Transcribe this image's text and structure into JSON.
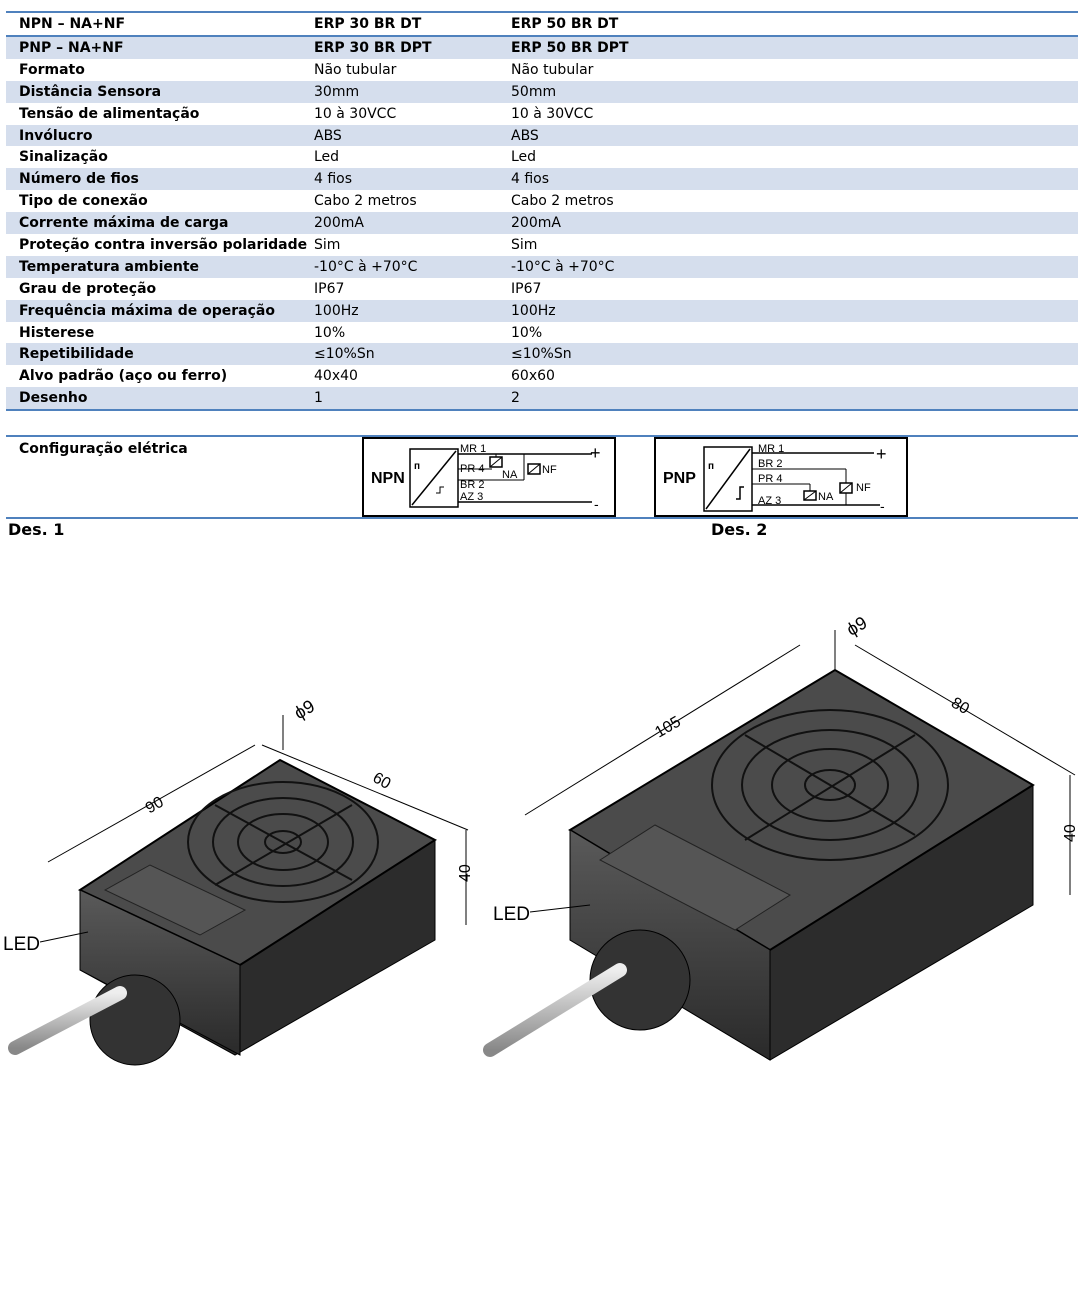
{
  "table": {
    "rows": [
      [
        "NPN – NA+NF",
        "ERP 30 BR DT",
        "ERP 50 BR DT"
      ],
      [
        "PNP – NA+NF",
        "ERP 30 BR DPT",
        "ERP 50 BR DPT"
      ],
      [
        "Formato",
        "Não tubular",
        "Não tubular"
      ],
      [
        "Distância Sensora",
        "30mm",
        "50mm"
      ],
      [
        "Tensão de alimentação",
        "10 à 30VCC",
        "10 à 30VCC"
      ],
      [
        "Invólucro",
        "ABS",
        "ABS"
      ],
      [
        "Sinalização",
        "Led",
        "Led"
      ],
      [
        "Número de fios",
        "4 fios",
        "4 fios"
      ],
      [
        "Tipo de conexão",
        "Cabo 2 metros",
        "Cabo 2 metros"
      ],
      [
        "Corrente máxima de carga",
        "200mA",
        "200mA"
      ],
      [
        "Proteção contra inversão polaridade",
        "Sim",
        "Sim"
      ],
      [
        "Temperatura ambiente",
        "-10°C à +70°C",
        "-10°C à +70°C"
      ],
      [
        "Grau de proteção",
        "IP67",
        "IP67"
      ],
      [
        "Frequência máxima de operação",
        "100Hz",
        "100Hz"
      ],
      [
        "Histerese",
        "10%",
        "10%"
      ],
      [
        "Repetibilidade",
        "≤10%Sn",
        "≤10%Sn"
      ],
      [
        "Alvo padrão (aço ou ferro)",
        "40x40",
        "60x60"
      ],
      [
        "Desenho",
        "1",
        "2"
      ]
    ]
  },
  "config": {
    "label": "Configuração elétrica",
    "npn": {
      "type": "NPN",
      "w1": "MR 1",
      "w2": "PR 4",
      "w3": "BR 2",
      "w4": "AZ 3",
      "na": "NA",
      "nf": "NF",
      "plus": "+",
      "minus": "-"
    },
    "pnp": {
      "type": "PNP",
      "w1": "MR 1",
      "w2": "BR 2",
      "w3": "PR 4",
      "w4": "AZ 3",
      "na": "NA",
      "nf": "NF",
      "plus": "+",
      "minus": "-"
    }
  },
  "drawings": {
    "des1": {
      "label": "Des. 1",
      "led": "LED",
      "dim_length": "90",
      "dim_width": "60",
      "dim_height": "40",
      "dim_hole": "ϕ9"
    },
    "des2": {
      "label": "Des. 2",
      "led": "LED",
      "dim_length": "105",
      "dim_width": "80",
      "dim_height": "40",
      "dim_hole": "ϕ9"
    }
  }
}
